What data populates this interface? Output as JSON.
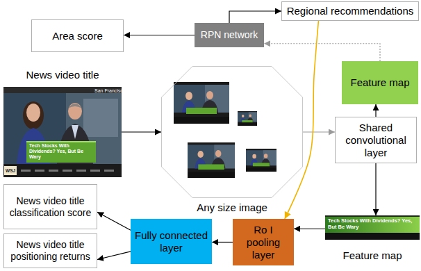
{
  "diagram": {
    "nodes": [
      {
        "text": [
          "Regional recommendations"
        ]
      },
      {
        "text": [
          "Area score"
        ]
      },
      {
        "text": [
          "RPN network"
        ]
      },
      {
        "text": [
          "News video title"
        ]
      },
      {
        "text": [
          "Feature map"
        ]
      },
      {
        "text": [
          "Any size image"
        ]
      },
      {
        "text": [
          "Shared convolutional layer"
        ]
      },
      {
        "text": [
          "News video title classification score"
        ]
      },
      {
        "text": [
          "News video title positioning returns"
        ]
      },
      {
        "text": [
          "Fully connected layer"
        ]
      },
      {
        "text": [
          "Ro I pooling layer"
        ]
      },
      {
        "text": [
          "Feature map"
        ]
      }
    ],
    "edges": [
      {
        "from": 2,
        "to": 0,
        "arrow": "to"
      },
      {
        "from": 2,
        "to": 1,
        "arrow": "to"
      },
      {
        "from": 4,
        "to": 2,
        "arrow": "to"
      },
      {
        "from": 6,
        "to": 4,
        "arrow": "to"
      },
      {
        "from": 5,
        "to": 6,
        "arrow": "to"
      },
      {
        "from": 6,
        "to": 11,
        "arrow": "to"
      },
      {
        "from": 11,
        "to": 10,
        "arrow": "to"
      },
      {
        "from": 0,
        "to": 10,
        "arrow": "to"
      },
      {
        "from": 10,
        "to": 9,
        "arrow": "to"
      },
      {
        "from": 9,
        "to": 7,
        "arrow": "to"
      },
      {
        "from": 9,
        "to": 8,
        "arrow": "to"
      },
      {
        "from": 3,
        "to": 5,
        "arrow": "to"
      }
    ],
    "labels": [
      "San Francisco",
      "Tech Stocks With Dividends? Yes, But Be Wary",
      "WSJ",
      "Tech Stocks With Dividends? Yes, But Be Wary"
    ]
  }
}
